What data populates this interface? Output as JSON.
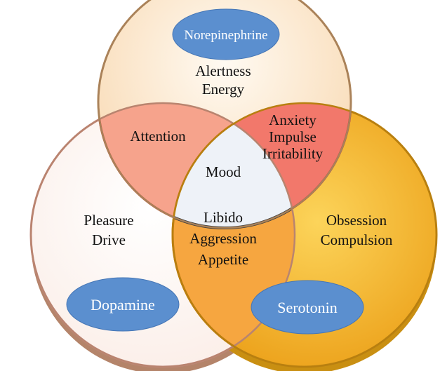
{
  "circles": {
    "top": {
      "label": "Norepinephrine",
      "functions": [
        "Alertness",
        "Energy"
      ],
      "fill": "#fdebd6"
    },
    "left": {
      "label": "Dopamine",
      "functions": [
        "Pleasure",
        "Drive"
      ],
      "fill": "#ffffff"
    },
    "right": {
      "label": "Serotonin",
      "functions": [
        "Obsession",
        "Compulsion"
      ],
      "fill": "#f5b92e"
    }
  },
  "overlaps": {
    "top_left": {
      "lines": [
        "Attention"
      ],
      "fill": "#f6a38c"
    },
    "top_right": {
      "lines": [
        "Anxiety",
        "Impulse",
        "Irritability"
      ],
      "fill": "#f2786b"
    },
    "left_right": {
      "lines": [
        "Libido",
        "Aggression",
        "Appetite"
      ],
      "fill": "#f6a640"
    },
    "center": {
      "lines": [
        "Mood"
      ],
      "fill": "#eef2f8"
    }
  },
  "colors": {
    "badge": "#5b8fcf",
    "edge_rim": "#c79a68",
    "text": "#111111"
  }
}
